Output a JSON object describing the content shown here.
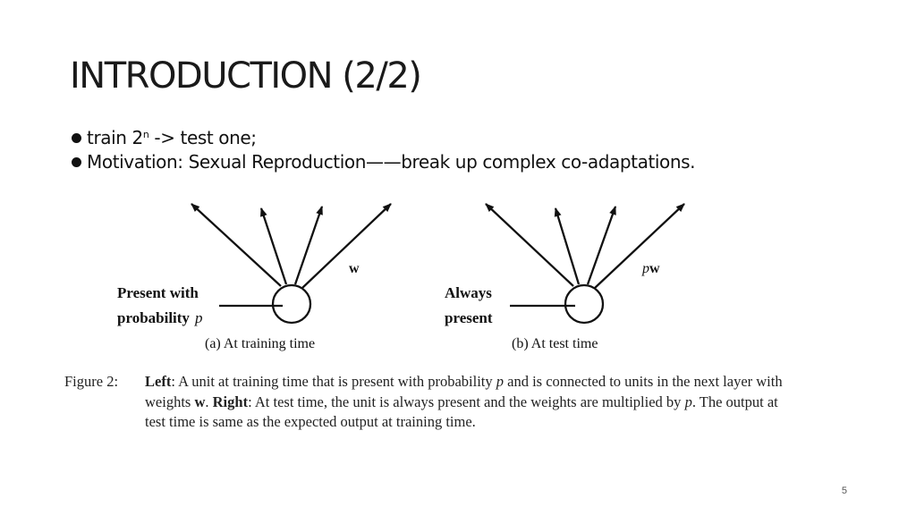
{
  "slide": {
    "title": "INTRODUCTION (2/2)",
    "bullets": [
      {
        "pre": "train 2",
        "sup": "n",
        "post": " -> test one;"
      },
      {
        "text": "Motivation: Sexual Reproduction——break up complex co-adaptations."
      }
    ],
    "page_number": "5"
  },
  "figure": {
    "left_panel": {
      "label_line1": "Present with",
      "label_line2": "probability",
      "label_var": "p",
      "weight_label": "w",
      "subcaption": "(a) At training time"
    },
    "right_panel": {
      "label_line1": "Always",
      "label_line2": "present",
      "weight_label_prefix": "p",
      "weight_label": "w",
      "subcaption": "(b) At test time"
    },
    "caption": {
      "label": "Figure 2:",
      "left_bold": "Left",
      "left_text": ": A unit at training time that is present with probability ",
      "p1": "p",
      "left_text2": " and is connected to units in the next layer with weights ",
      "w": "w",
      "period": ". ",
      "right_bold": "Right",
      "right_text": ": At test time, the unit is always present and the weights are multiplied by ",
      "p2": "p",
      "right_text2": ". The output at test time is same as the expected output at training time."
    }
  }
}
